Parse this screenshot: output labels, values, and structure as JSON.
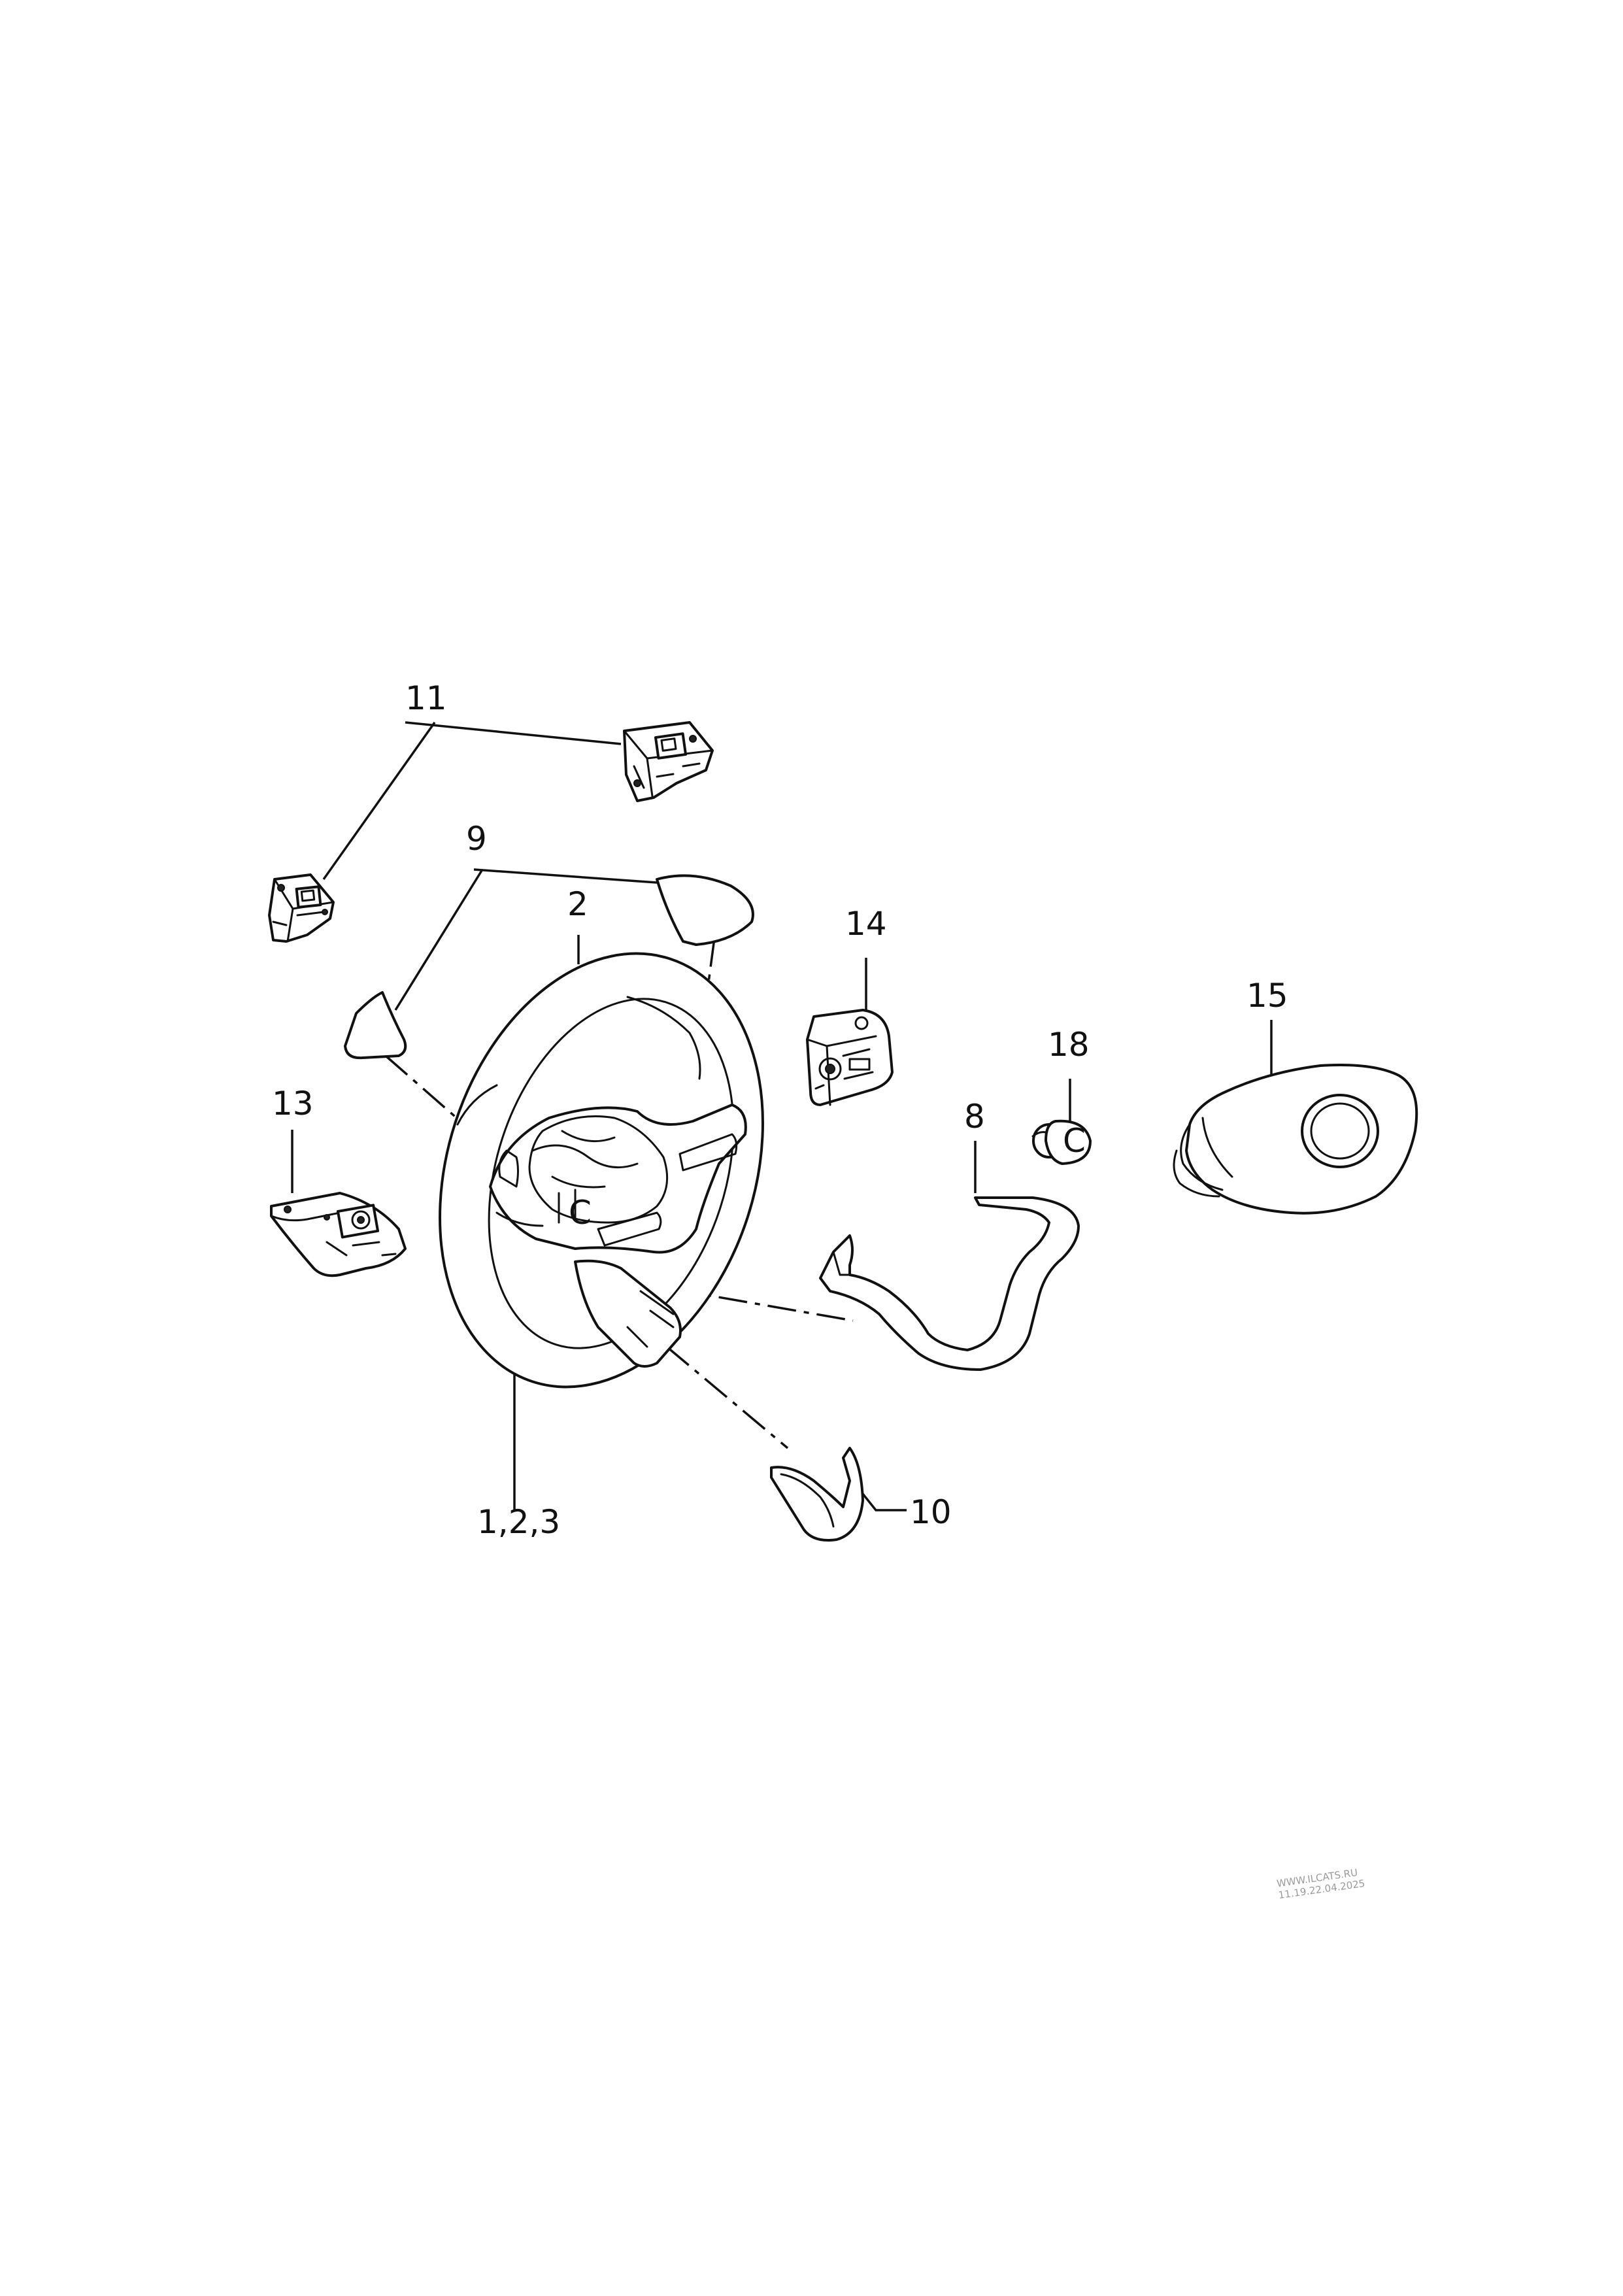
{
  "callouts": {
    "c11": "11",
    "c9": "9",
    "c2": "2",
    "c14": "14",
    "c18": "18",
    "c15": "15",
    "c13": "13",
    "c8": "8",
    "c10": "10",
    "c123": "1,2,3"
  },
  "watermark": {
    "line1": "WWW.ILCATS.RU",
    "line2": "11.19.22.04.2025"
  },
  "colors": {
    "line": "#111111",
    "background": "#ffffff",
    "watermark": "#9a9a9a"
  }
}
